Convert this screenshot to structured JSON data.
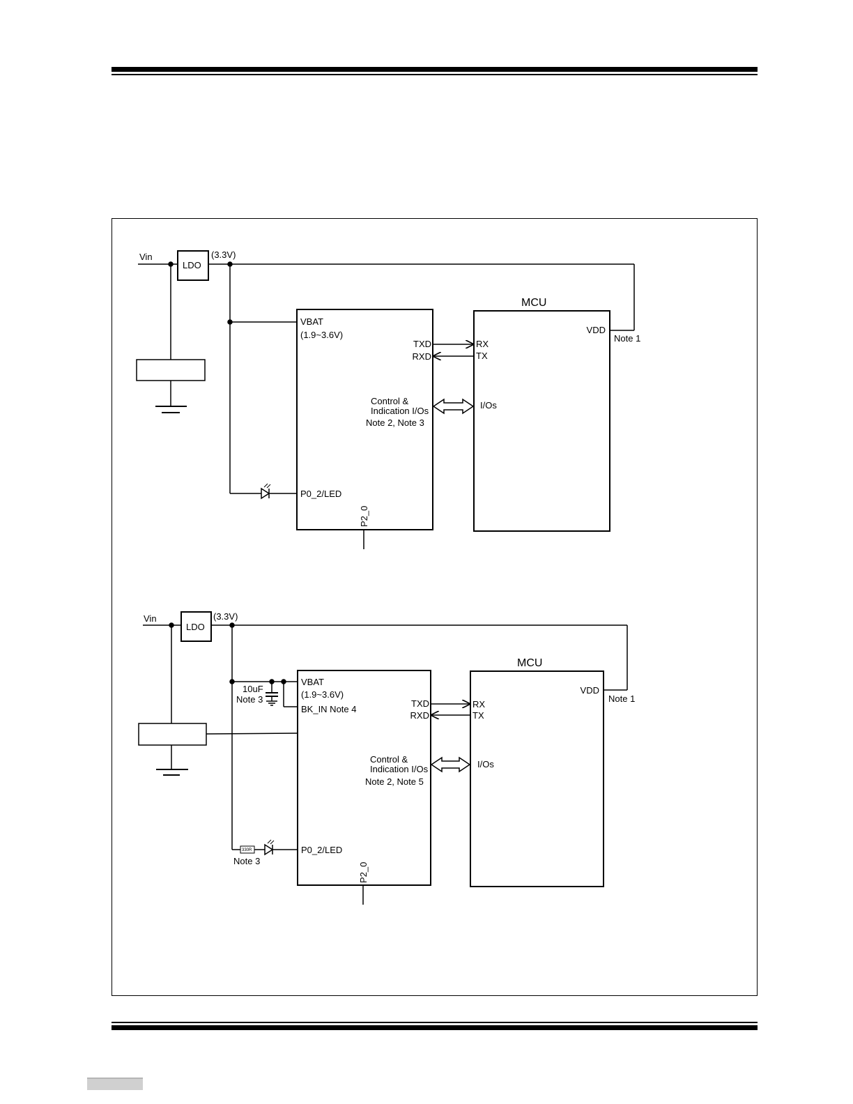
{
  "diagram_1": {
    "vin": "Vin",
    "ldo": "LDO",
    "v33": "(3.3V)",
    "mcu": "MCU",
    "vbat": "VBAT",
    "vbat_range": "(1.9~3.6V)",
    "txd": "TXD",
    "rxd": "RXD",
    "rx": "RX",
    "tx": "TX",
    "vdd": "VDD",
    "note1": "Note 1",
    "ctrl_line1": "Control &",
    "ctrl_line2": "Indication  I/Os",
    "ctrl_line3": "Note 2, Note 3",
    "ios": "I/Os",
    "p0_2": "P0_2/LED",
    "p2_0": "P2_0"
  },
  "diagram_2": {
    "vin": "Vin",
    "ldo": "LDO",
    "v33": "(3.3V)",
    "mcu": "MCU",
    "vbat": "VBAT",
    "vbat_range": "(1.9~3.6V)",
    "cap": "10uF",
    "cap_note": "Note 3",
    "bk_in": "BK_IN  Note 4",
    "txd": "TXD",
    "rxd": "RXD",
    "rx": "RX",
    "tx": "TX",
    "vdd": "VDD",
    "note1": "Note 1",
    "ctrl_line1": "Control &",
    "ctrl_line2": "Indication  I/Os",
    "ctrl_line3": "Note 2, Note 5",
    "ios": "I/Os",
    "p0_2": "P0_2/LED",
    "resistor": "330R",
    "res_note": "Note 3",
    "p2_0": "P2_0"
  }
}
